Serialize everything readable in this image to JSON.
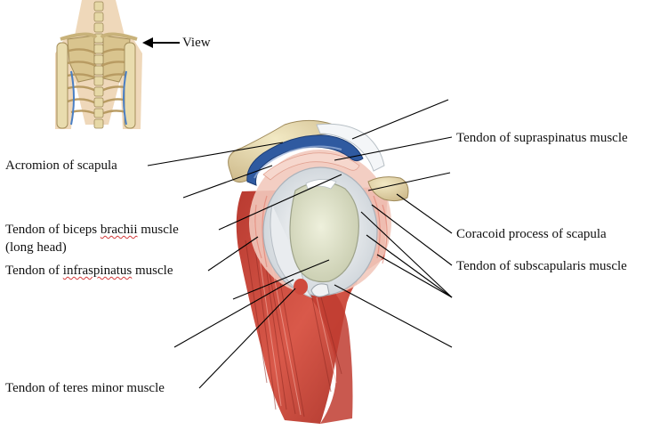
{
  "view_label": "View",
  "labels": {
    "acromion": "Acromion of scapula",
    "supraspinatus": "Tendon of supraspinatus muscle",
    "biceps_a": "Tendon of biceps ",
    "biceps_b": "brachii",
    "biceps_c": " muscle",
    "biceps_d": "(long head)",
    "infra_a": "Tendon of ",
    "infra_b": "infraspinatus",
    "infra_c": " muscle",
    "coracoid": "Coracoid process of scapula",
    "subscap": "Tendon of subscapularis muscle",
    "teres": "Tendon of teres minor muscle"
  },
  "colors": {
    "bone": "#e8dcb0",
    "bursa": "#3a63a8",
    "muscle": "#c8473a",
    "cartilage": "#dde0e2",
    "glenoid": "#dfe2c8"
  }
}
